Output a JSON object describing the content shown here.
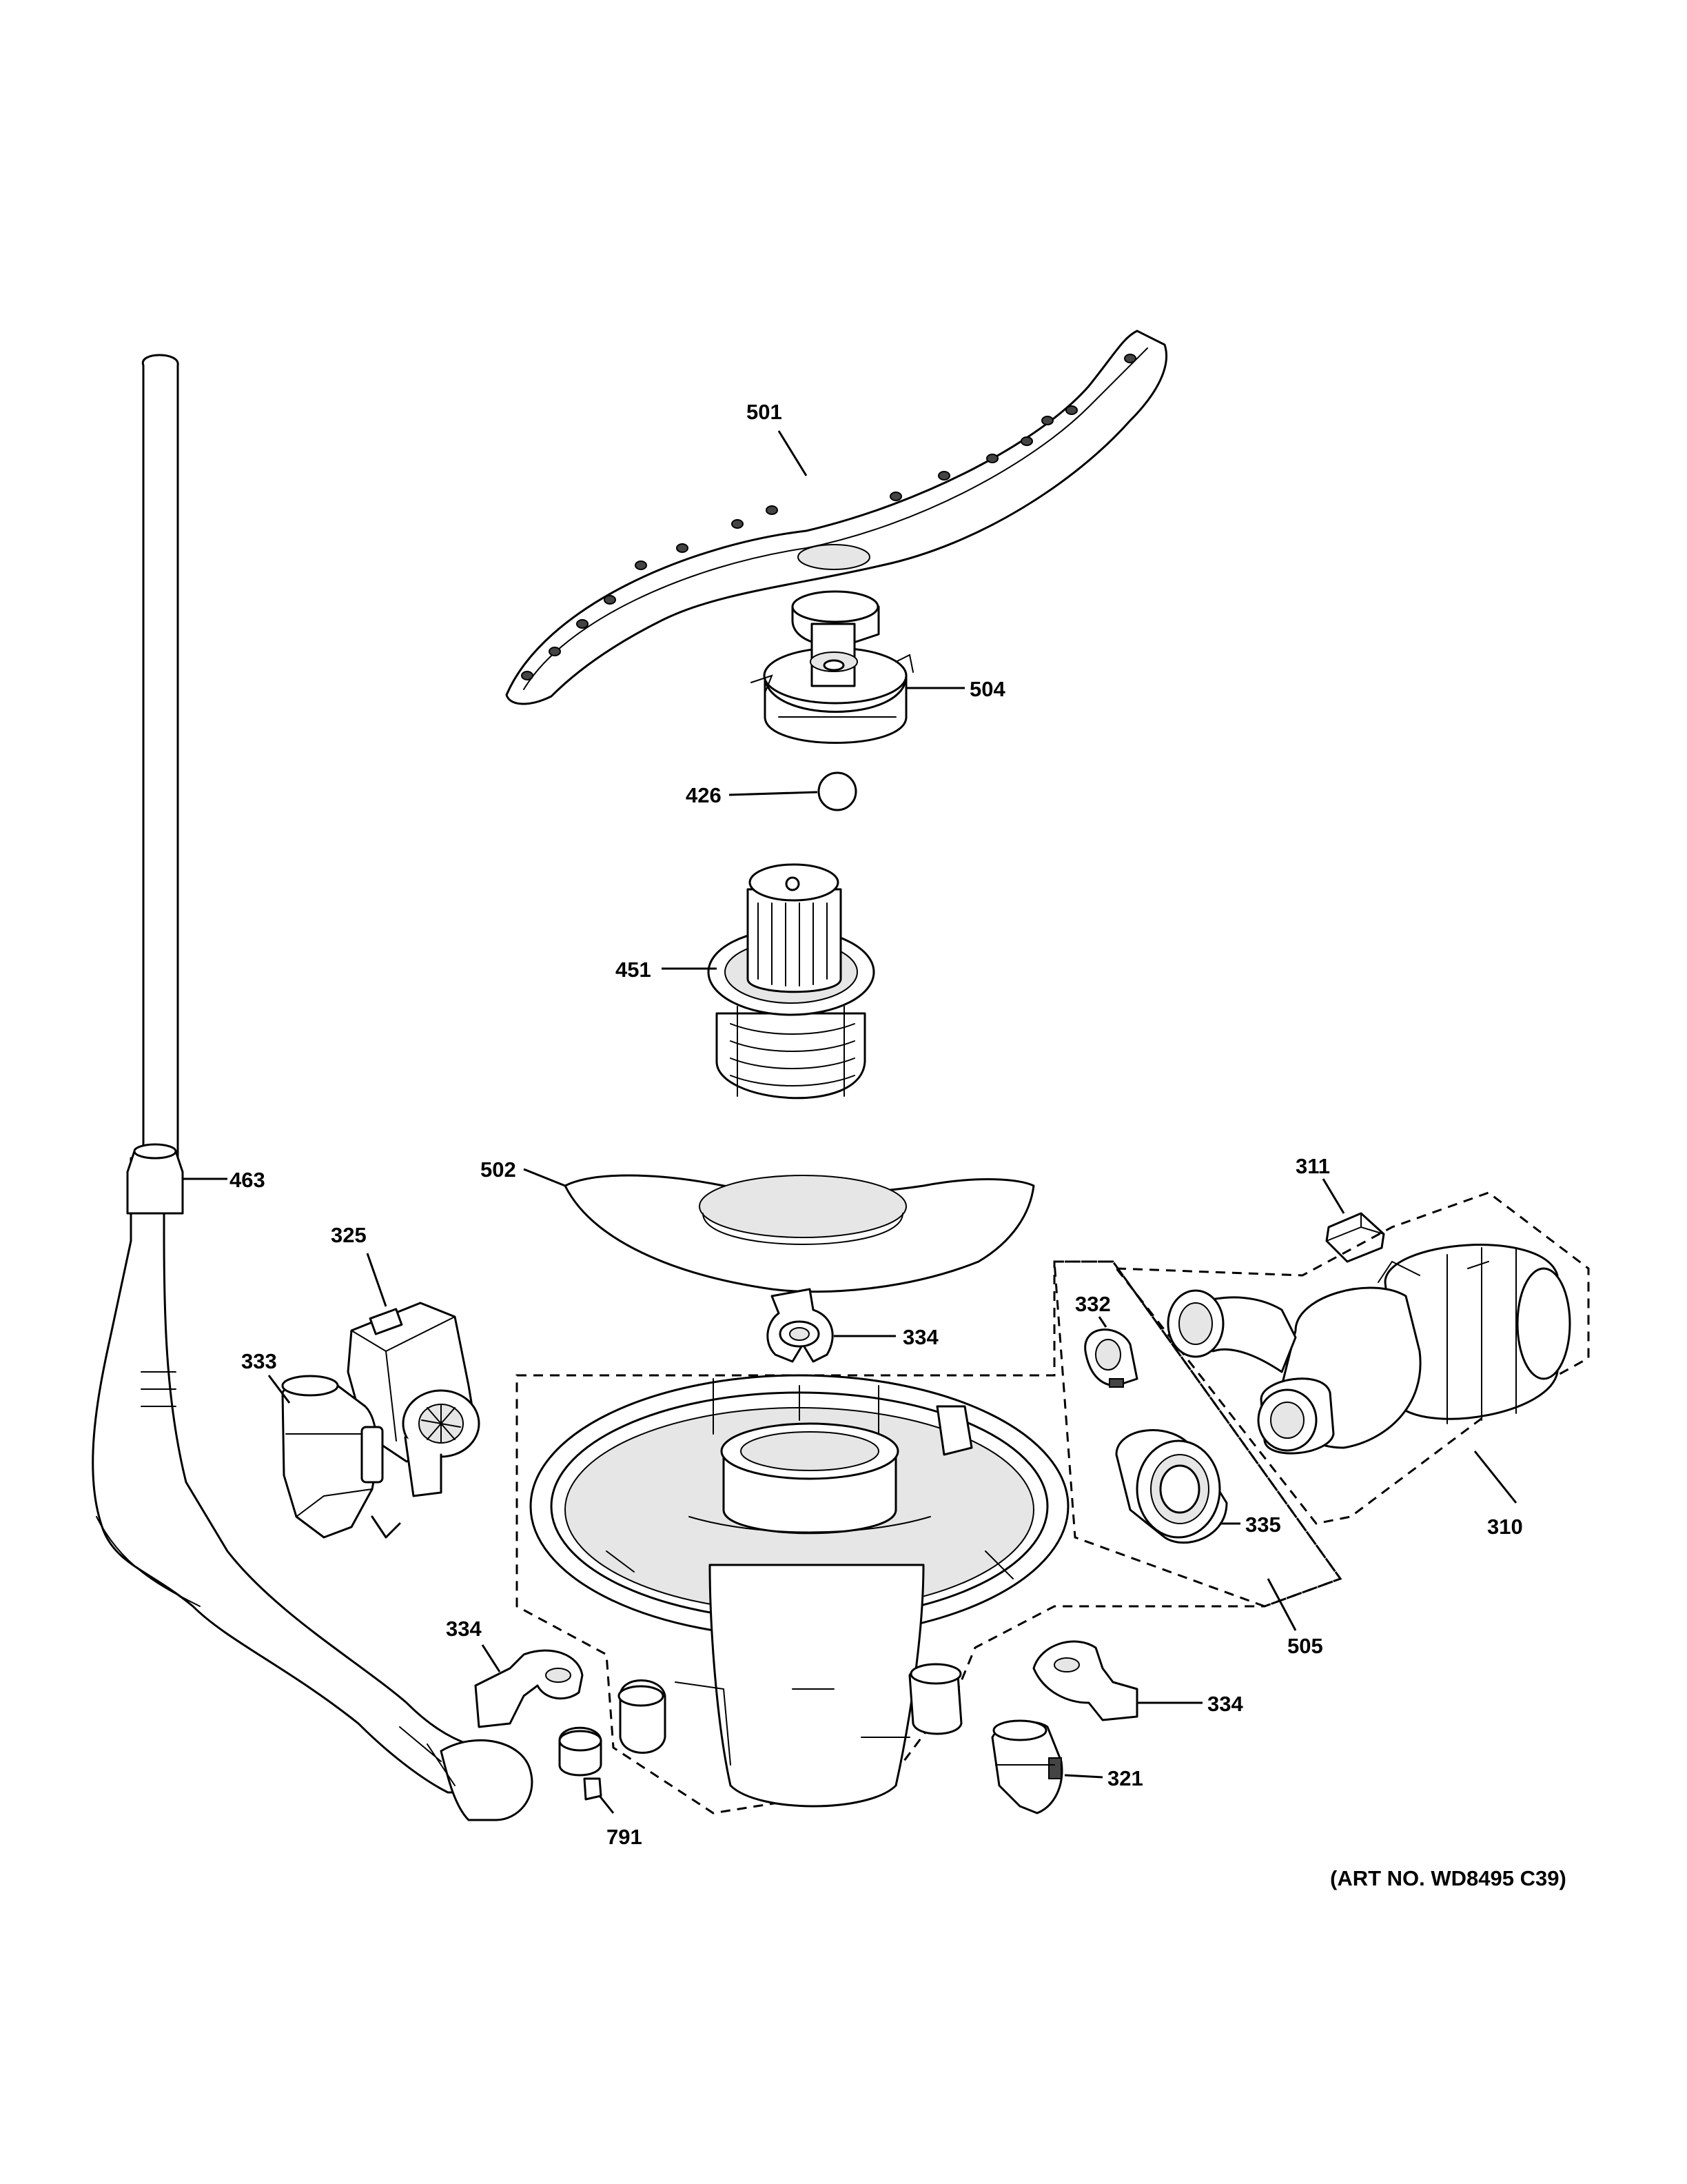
{
  "diagram": {
    "parts": [
      {
        "id": "501",
        "name": "spray-arm"
      },
      {
        "id": "504",
        "name": "spray-arm-hub"
      },
      {
        "id": "426",
        "name": "ball"
      },
      {
        "id": "451",
        "name": "filter-assembly"
      },
      {
        "id": "463",
        "name": "drain-hose"
      },
      {
        "id": "502",
        "name": "filter-screen"
      },
      {
        "id": "325",
        "name": "drain-pump"
      },
      {
        "id": "333",
        "name": "diverter-motor"
      },
      {
        "id": "334",
        "name": "clip"
      },
      {
        "id": "311",
        "name": "pad"
      },
      {
        "id": "332",
        "name": "clamp"
      },
      {
        "id": "335",
        "name": "seal-bellows"
      },
      {
        "id": "310",
        "name": "circulation-pump"
      },
      {
        "id": "505",
        "name": "sump-assembly"
      },
      {
        "id": "321",
        "name": "sensor"
      },
      {
        "id": "791",
        "name": "hose-clamp"
      }
    ],
    "callouts": {
      "c501": "501",
      "c504": "504",
      "c426": "426",
      "c451": "451",
      "c463": "463",
      "c502": "502",
      "c325": "325",
      "c333": "333",
      "c334a": "334",
      "c311": "311",
      "c332": "332",
      "c335": "335",
      "c310": "310",
      "c505": "505",
      "c334b": "334",
      "c334c": "334",
      "c321": "321",
      "c791": "791"
    },
    "art_number": "(ART NO. WD8495 C39)"
  }
}
